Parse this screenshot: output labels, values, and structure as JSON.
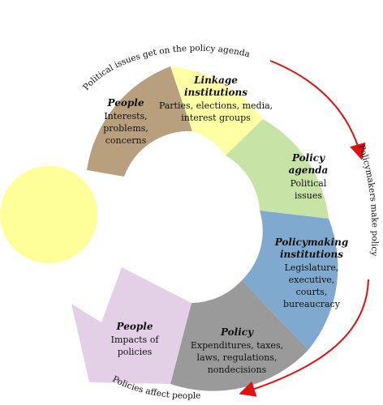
{
  "diagram": {
    "segments": [
      {
        "key": "people_top",
        "color": "#b8a07e",
        "title": [
          "People"
        ],
        "body": [
          "Interests,",
          "problems,",
          "concerns"
        ]
      },
      {
        "key": "linkage",
        "color": "#ffffa6",
        "title": [
          "Linkage",
          "institutions"
        ],
        "body": [
          "Parties, elections, media,",
          "interest groups"
        ]
      },
      {
        "key": "agenda",
        "color": "#c8e3a6",
        "title": [
          "Policy",
          "agenda"
        ],
        "body": [
          "Political",
          "issues"
        ]
      },
      {
        "key": "policymaking",
        "color": "#7fa9cf",
        "title": [
          "Policymaking",
          "institutions"
        ],
        "body": [
          "Legislature,",
          "executive,",
          "courts,",
          "bureaucracy"
        ]
      },
      {
        "key": "policy",
        "color": "#9a9a9a",
        "title": [
          "Policy"
        ],
        "body": [
          "Expenditures, taxes,",
          "laws, regulations,",
          "nondecisions"
        ]
      },
      {
        "key": "people_bottom",
        "color": "#e3cfe6",
        "title": [
          "People"
        ],
        "body": [
          "Impacts of",
          "policies"
        ]
      }
    ],
    "arc_labels": {
      "top": "Political issues get on the policy agenda",
      "right": "Policymakers make policy",
      "bottom": "Policies affect people"
    },
    "colors": {
      "arrow": "#e01010",
      "circle": "#ffff99"
    }
  }
}
